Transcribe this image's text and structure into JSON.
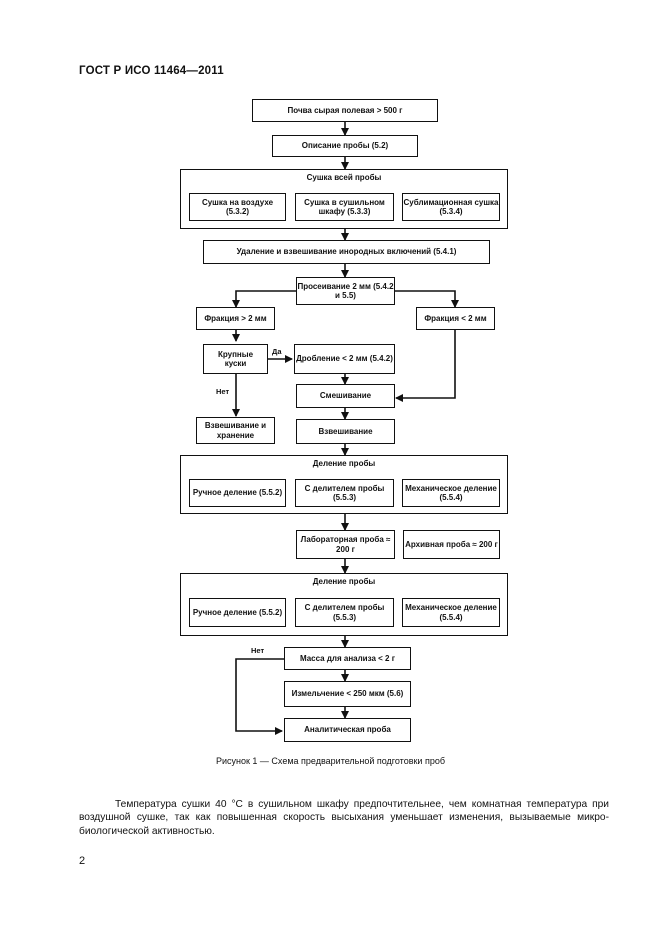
{
  "header": {
    "title": "ГОСТ Р ИСО 11464—2011"
  },
  "flowchart": {
    "soil": "Почва сырая полевая > 500 г",
    "description": "Описание пробы (5.2)",
    "drying_group": {
      "title": "Сушка всей пробы",
      "air": "Сушка на воздухе (5.3.2)",
      "oven": "Сушка в сушильном шкафу (5.3.3)",
      "freeze": "Сублимационная сушка (5.3.4)"
    },
    "removal": "Удаление и взвешивание инородных включений (5.4.1)",
    "sieving": "Просеивание 2 мм (5.4.2 и 5.5)",
    "fraction_gt": "Фракция > 2 мм",
    "fraction_lt": "Фракция < 2 мм",
    "lumps": "Крупные куски",
    "yes": "Да",
    "no": "Нет",
    "crushing": "Дробление < 2 мм (5.4.2)",
    "mixing": "Смешивание",
    "weigh_store": "Взвешивание и хранение",
    "weighing": "Взвешивание",
    "division_1": {
      "title": "Деление пробы",
      "manual": "Ручное деление (5.5.2)",
      "divider": "С делителем пробы (5.5.3)",
      "mechanical": "Механическое деление (5.5.4)"
    },
    "lab_sample": "Лабораторная проба ≈ 200 г",
    "archive_sample": "Архивная проба ≈ 200 г",
    "division_2": {
      "title": "Деление пробы",
      "manual": "Ручное деление (5.5.2)",
      "divider": "С делителем пробы (5.5.3)",
      "mechanical": "Механическое деление (5.5.4)"
    },
    "mass_check": "Масса для анализа < 2 г",
    "grinding": "Измельчение < 250 мкм (5.6)",
    "analytical": "Аналитическая проба"
  },
  "caption": "Рисунок 1 — Схема предварительной подготовки проб",
  "paragraph": "Температура сушки 40 °С в сушильном шкафу предпочтительнее, чем комнатная температура при воздушной сушке, так как повышенная скорость высыхания уменьшает изменения, вызываемые микро­биологической активностью.",
  "page_number": "2"
}
